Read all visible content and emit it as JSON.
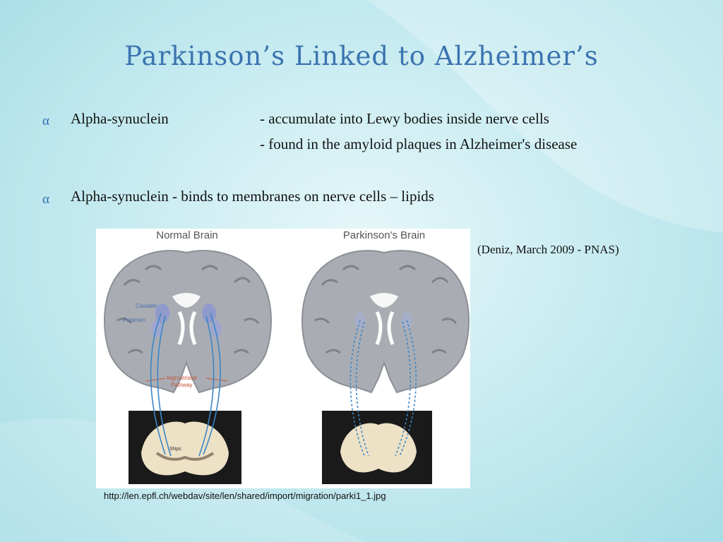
{
  "slide": {
    "title": "Parkinson’s Linked to Alzheimer’s",
    "bullet_symbol": "α",
    "bullet1": {
      "term": "Alpha-synuclein",
      "line1": "- accumulate into Lewy bodies inside nerve cells",
      "line2": "- found in the amyloid plaques in Alzheimer's disease"
    },
    "bullet2": {
      "text": "Alpha-synuclein - binds to membranes on nerve cells – lipids"
    },
    "citation": "(Deniz, March 2009 - PNAS)",
    "image_url": "http://len.epfl.ch/webdav/site/len/shared/import/migration/parki1_1.jpg"
  },
  "figure": {
    "label_normal": "Normal Brain",
    "label_parkinsons": "Parkinson's Brain",
    "caudate": "Caudate",
    "putamen": "Putamen",
    "pathway_line1": "Nigrostriatal",
    "pathway_line2": "Pathway",
    "snpc": "SNpc"
  }
}
